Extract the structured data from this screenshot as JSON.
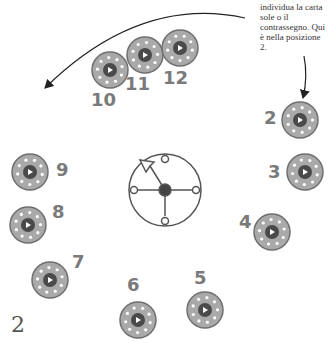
{
  "diagram": {
    "labels": [
      "individua la carta sole o il contrassegno. Qui è nella posizione 2.",
      "2",
      "3",
      "4",
      "5",
      "6",
      "7",
      "8",
      "9",
      "10",
      "11",
      "12",
      "2"
    ]
  }
}
